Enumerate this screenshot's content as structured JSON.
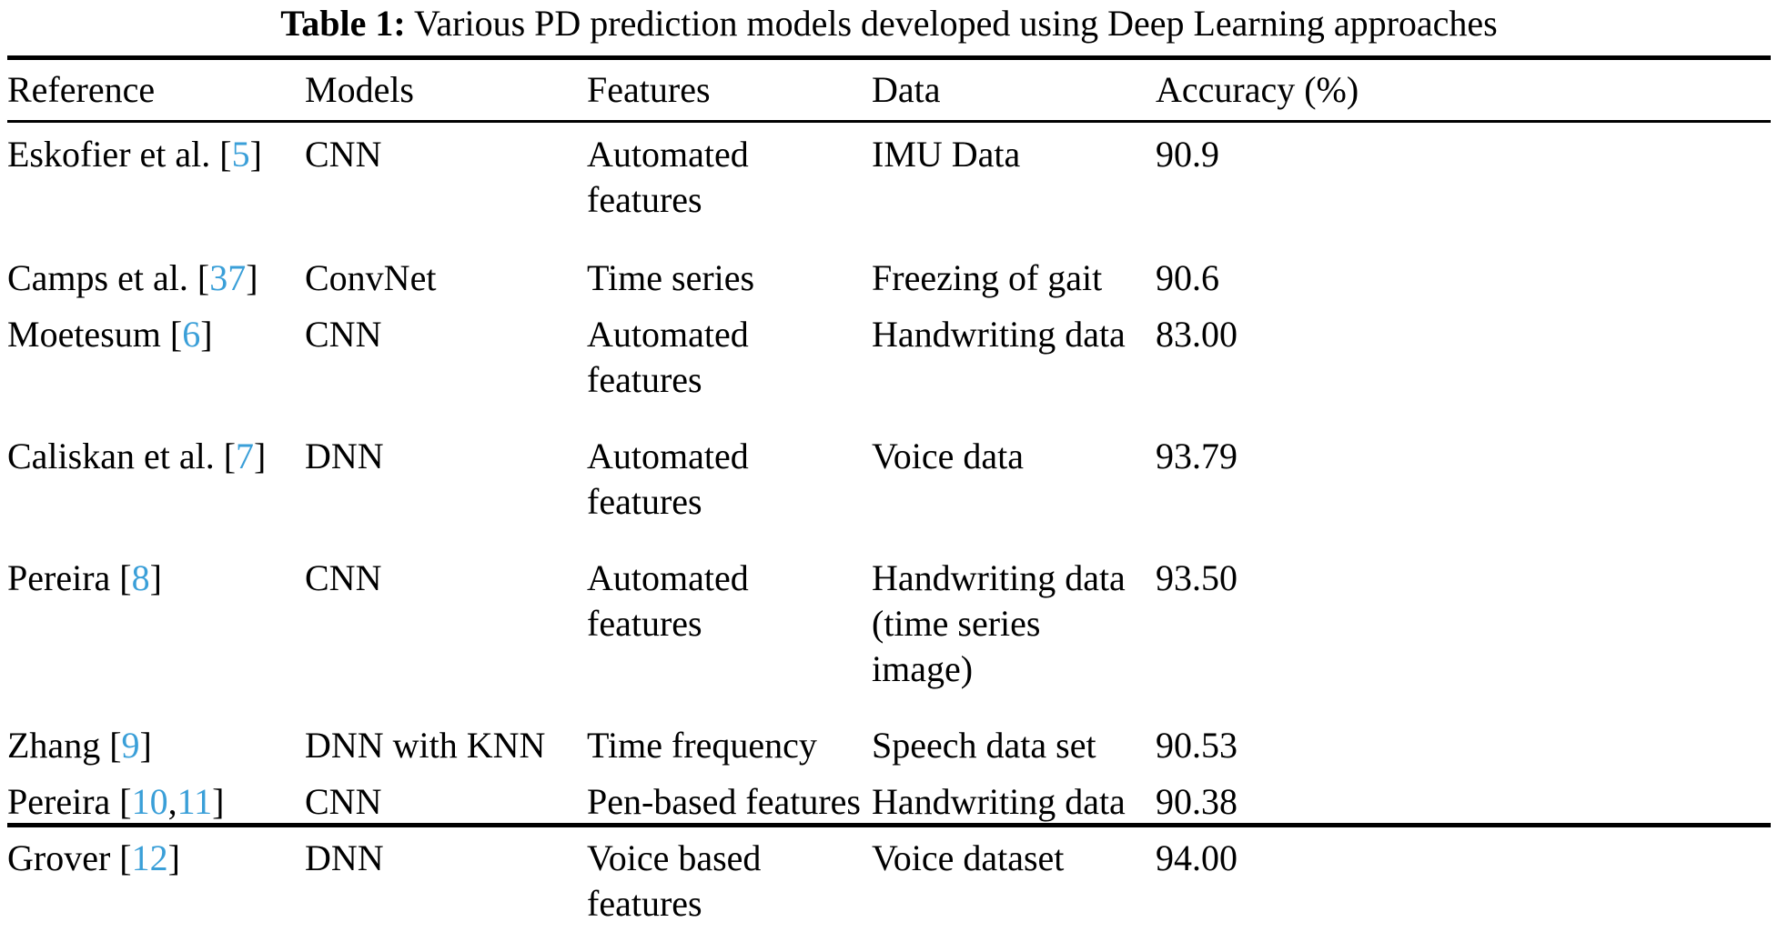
{
  "caption": {
    "label": "Table 1:",
    "text": "Various PD prediction models developed using Deep Learning approaches"
  },
  "accent_color": "#3a9fd8",
  "table": {
    "columns": [
      "Reference",
      "Models",
      "Features",
      "Data",
      "Accuracy (%)"
    ],
    "rows": [
      {
        "reference_name": "Eskofier et al.",
        "reference_citations": [
          "5"
        ],
        "models": "CNN",
        "features": "Automated\nfeatures",
        "data": "IMU Data",
        "accuracy": "90.9"
      },
      {
        "reference_name": "Camps et al.",
        "reference_citations": [
          "37"
        ],
        "models": "ConvNet",
        "features": "Time series",
        "data": "Freezing of gait",
        "accuracy": "90.6"
      },
      {
        "reference_name": "Moetesum",
        "reference_citations": [
          "6"
        ],
        "models": "CNN",
        "features": "Automated\nfeatures",
        "data": "Handwriting data",
        "accuracy": "83.00"
      },
      {
        "reference_name": "Caliskan et al.",
        "reference_citations": [
          "7"
        ],
        "models": "DNN",
        "features": "Automated\nfeatures",
        "data": "Voice data",
        "accuracy": "93.79"
      },
      {
        "reference_name": "Pereira",
        "reference_citations": [
          "8"
        ],
        "models": "CNN",
        "features": "Automated\nfeatures",
        "data": "Handwriting data\n(time series image)",
        "accuracy": "93.50"
      },
      {
        "reference_name": "Zhang",
        "reference_citations": [
          "9"
        ],
        "models": "DNN with KNN",
        "features": "Time frequency",
        "data": "Speech data set",
        "accuracy": "90.53"
      },
      {
        "reference_name": "Pereira",
        "reference_citations": [
          "10",
          "11"
        ],
        "models": "CNN",
        "features": "Pen-based features",
        "data": "Handwriting data",
        "accuracy": "90.38"
      },
      {
        "reference_name": "Grover",
        "reference_citations": [
          "12"
        ],
        "models": "DNN",
        "features": "Voice based\nfeatures",
        "data": "Voice dataset",
        "accuracy": "94.00"
      }
    ]
  }
}
